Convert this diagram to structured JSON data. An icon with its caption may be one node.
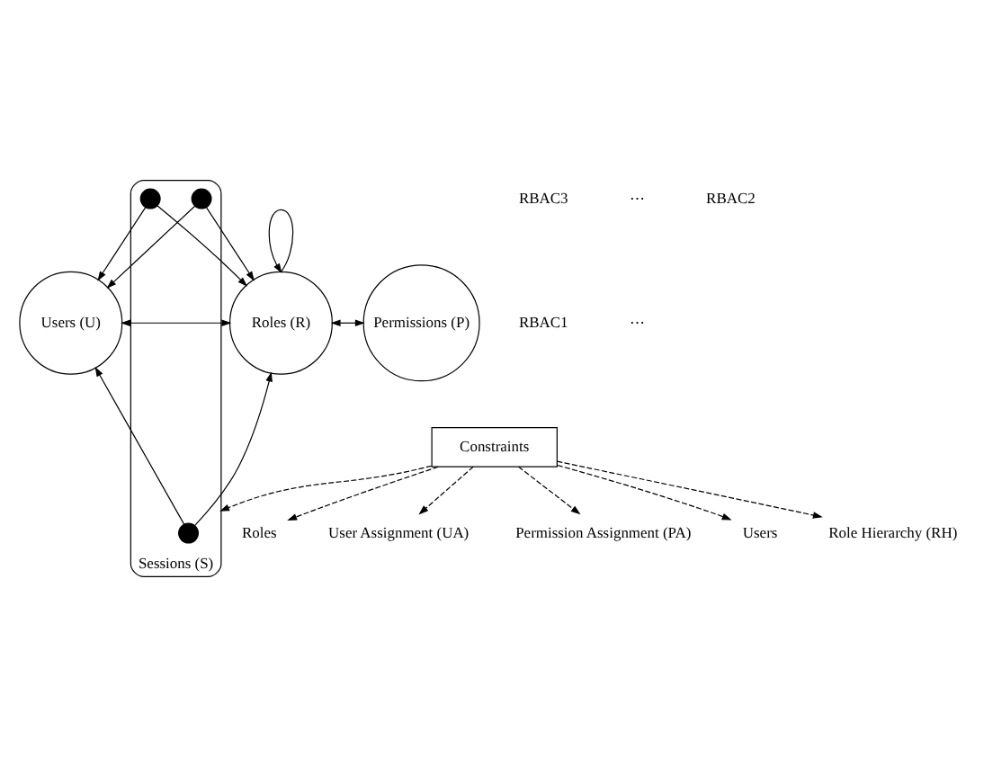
{
  "diagram": {
    "nodes": [
      {
        "text": [
          "Users (U)"
        ]
      },
      {
        "text": [
          "Roles (R)"
        ]
      },
      {
        "text": [
          "Permissions (P)"
        ]
      },
      {
        "text": [
          "User Assignment (UA)"
        ]
      },
      {
        "text": [
          "Role Hierarchy (RH)"
        ]
      },
      {
        "text": [
          "Permission Assignment (PA)"
        ]
      },
      {
        "text": [
          "Sessions (S)"
        ]
      },
      {
        "text": [],
        "shape": "circle",
        "in": 6
      },
      {
        "text": [],
        "shape": "circle",
        "in": 6
      },
      {
        "text": [],
        "shape": "circle",
        "in": 6
      },
      {
        "text": [
          "Users"
        ]
      },
      {
        "text": [
          "Roles"
        ]
      },
      {
        "text": [
          "Constraints"
        ]
      }
    ],
    "edges": [
      {
        "from": 0,
        "to": 1,
        "arrow": "both"
      },
      {
        "from": 1,
        "to": 2,
        "arrow": "both"
      },
      {
        "from": 1,
        "to": 1,
        "arrow": "to"
      },
      {
        "from": 7,
        "to": 0,
        "arrow": "to"
      },
      {
        "from": 8,
        "to": 0,
        "arrow": "to"
      },
      {
        "from": 9,
        "to": 0,
        "arrow": "to"
      },
      {
        "from": 7,
        "to": 1,
        "arrow": "to"
      },
      {
        "from": 8,
        "to": 1,
        "arrow": "to"
      },
      {
        "from": 9,
        "to": 1,
        "arrow": "to"
      },
      {
        "from": 12,
        "to": 4,
        "arrow": "to",
        "style": "dashed"
      },
      {
        "from": 12,
        "to": 5,
        "arrow": "to",
        "style": "dashed"
      },
      {
        "from": 12,
        "to": 3,
        "arrow": "to",
        "style": "dashed"
      },
      {
        "from": 12,
        "to": 11,
        "arrow": "to",
        "style": "dashed"
      },
      {
        "from": 12,
        "to": 10,
        "arrow": "to",
        "style": "dashed"
      },
      {
        "from": 12,
        "to": 6,
        "arrow": "to",
        "style": "dashed"
      }
    ],
    "labels": [
      "RBAC3",
      "RBAC1",
      "⋯",
      "⋯",
      "RBAC2"
    ]
  }
}
